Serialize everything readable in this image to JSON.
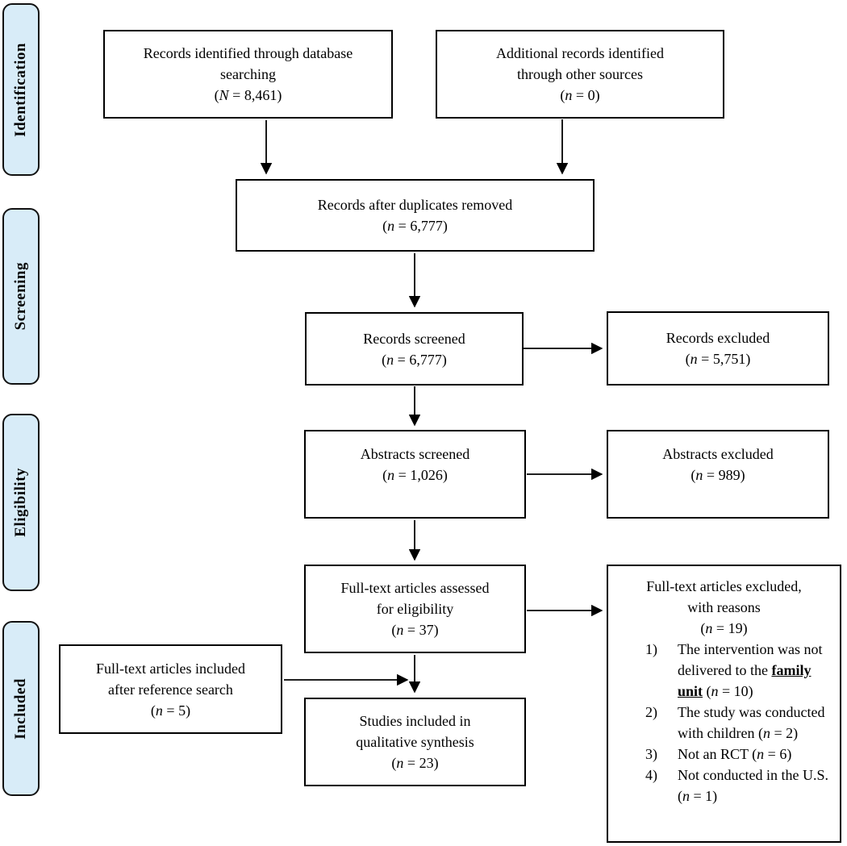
{
  "colors": {
    "sidebar_fill": "#D8ECF8",
    "box_border": "#000000",
    "arrow": "#000000",
    "background": "#FFFFFF"
  },
  "sidebar": {
    "items": [
      {
        "label": "Identification"
      },
      {
        "label": "Screening"
      },
      {
        "label": "Eligibility"
      },
      {
        "label": "Included"
      }
    ]
  },
  "boxes": {
    "identified_db": {
      "text": "Records identified through database\nsearching",
      "count": "(N = 8,461)"
    },
    "other_sources": {
      "text": "Additional records identified\nthrough other sources",
      "count": "(n = 0)"
    },
    "duplicates_removed": {
      "text": "Records after duplicates removed",
      "count": "(n = 6,777)"
    },
    "records_screened": {
      "text": "Records screened",
      "count": "(n = 6,777)"
    },
    "records_excluded": {
      "text": "Records excluded",
      "count": "(n = 5,751)"
    },
    "abstracts_screened": {
      "text": "Abstracts screened",
      "count": "(n = 1,026)"
    },
    "abstracts_excluded": {
      "text": "Abstracts excluded",
      "count": "(n = 989)"
    },
    "fulltext_assessed": {
      "text": "Full-text articles assessed\nfor eligibility",
      "count": "(n = 37)"
    },
    "fulltext_excluded": {
      "title": "Full-text articles excluded,\nwith reasons",
      "count": "(n = 19)",
      "items": [
        {
          "num": "1)",
          "pre": "The intervention was not delivered to the ",
          "strong": "family unit",
          "post": " (n = 10)"
        },
        {
          "num": "2)",
          "pre": "The study was conducted with children (n = 2)",
          "strong": "",
          "post": ""
        },
        {
          "num": "3)",
          "pre": "Not an RCT (n = 6)",
          "strong": "",
          "post": ""
        },
        {
          "num": "4)",
          "pre": "Not conducted in the U.S. (n = 1)",
          "strong": "",
          "post": ""
        }
      ]
    },
    "reference_included": {
      "text": "Full-text articles included\nafter reference search",
      "count": "(n = 5)"
    },
    "studies_included": {
      "text": "Studies included in\nqualitative synthesis",
      "count": "(n = 23)"
    }
  }
}
